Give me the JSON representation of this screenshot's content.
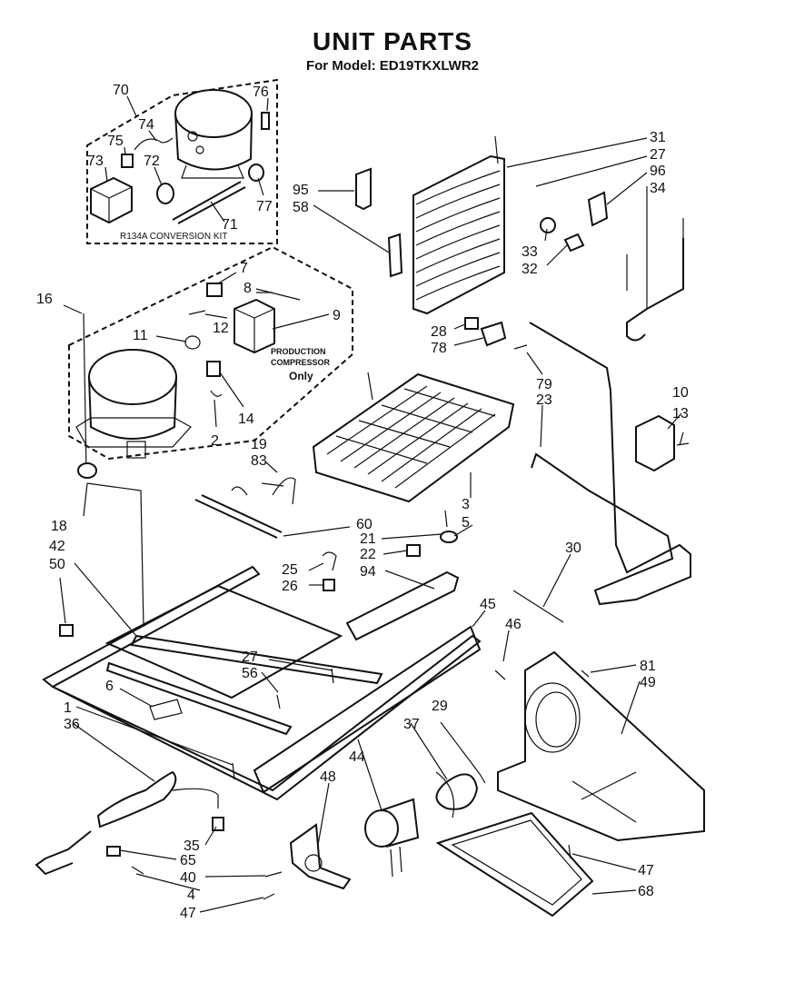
{
  "header": {
    "title": "UNIT PARTS",
    "subtitle": "For Model: ED19TKXLWR2"
  },
  "labels": {
    "kit": "R134A CONVERSION KIT",
    "production_line1": "PRODUCTION",
    "production_line2": "COMPRESSOR",
    "production_line3": "Only"
  },
  "callouts": {
    "c70": "70",
    "c76": "76",
    "c74": "74",
    "c75": "75",
    "c72": "72",
    "c73": "73",
    "c77": "77",
    "c71": "71",
    "c95": "95",
    "c58": "58",
    "c31": "31",
    "c27a": "27",
    "c96": "96",
    "c34": "34",
    "c33": "33",
    "c32": "32",
    "c16": "16",
    "c7": "7",
    "c8": "8",
    "c9": "9",
    "c11": "11",
    "c12": "12",
    "c14": "14",
    "c2": "2",
    "c28": "28",
    "c78": "78",
    "c79": "79",
    "c23": "23",
    "c10": "10",
    "c13": "13",
    "c19": "19",
    "c83": "83",
    "c18": "18",
    "c42": "42",
    "c50": "50",
    "c60": "60",
    "c21": "21",
    "c5": "5",
    "c3": "3",
    "c22": "22",
    "c25": "25",
    "c94": "94",
    "c26": "26",
    "c30": "30",
    "c45": "45",
    "c46": "46",
    "c6": "6",
    "c27b": "27",
    "c56": "56",
    "c81": "81",
    "c49": "49",
    "c1": "1",
    "c36": "36",
    "c29": "29",
    "c37": "37",
    "c44": "44",
    "c48": "48",
    "c35": "35",
    "c65": "65",
    "c40": "40",
    "c4": "4",
    "c47a": "47",
    "c47b": "47",
    "c68": "68"
  }
}
